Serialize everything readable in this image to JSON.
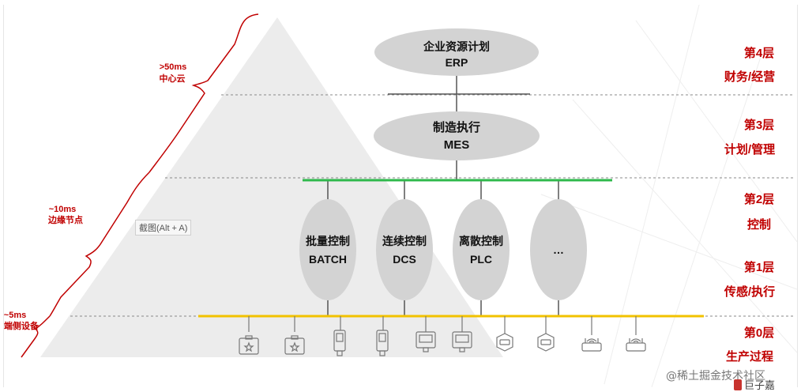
{
  "top_layers": [
    {
      "title": "企业资源计划",
      "subtitle": "ERP"
    },
    {
      "title": "制造执行",
      "subtitle": "MES"
    }
  ],
  "controllers": [
    {
      "title": "批量控制",
      "subtitle": "BATCH"
    },
    {
      "title": "连续控制",
      "subtitle": "DCS"
    },
    {
      "title": "离散控制",
      "subtitle": "PLC"
    },
    {
      "title": "",
      "subtitle": "…"
    }
  ],
  "layers": [
    {
      "name": "第4层",
      "desc": "财务/经营"
    },
    {
      "name": "第3层",
      "desc": "计划/管理"
    },
    {
      "name": "第2层",
      "desc": "控制"
    },
    {
      "name": "第1层",
      "desc": "传感/执行"
    },
    {
      "name": "第0层",
      "desc": "生产过程"
    }
  ],
  "latency": [
    {
      "time": ">50ms",
      "label": "中心云"
    },
    {
      "time": "~10ms",
      "label": "边缘节点"
    },
    {
      "time": "~5ms",
      "label": "端侧设备"
    }
  ],
  "devices": [
    "badge-device-icon",
    "badge-device-icon",
    "meter-device-icon",
    "meter-device-icon",
    "monitor-device-icon",
    "monitor-device-icon",
    "router-device-icon",
    "router-device-icon",
    "wifi-router-icon",
    "wifi-router-icon"
  ],
  "colors": {
    "accent_red": "#c00000",
    "bus_green": "#2eb84b",
    "bus_yellow": "#f2c200",
    "ellipse_fill": "#d3d3d3"
  },
  "tooltip": "截图(Alt + A)",
  "watermark": "@稀土掘金技术社区",
  "brand": "巨子嘉"
}
